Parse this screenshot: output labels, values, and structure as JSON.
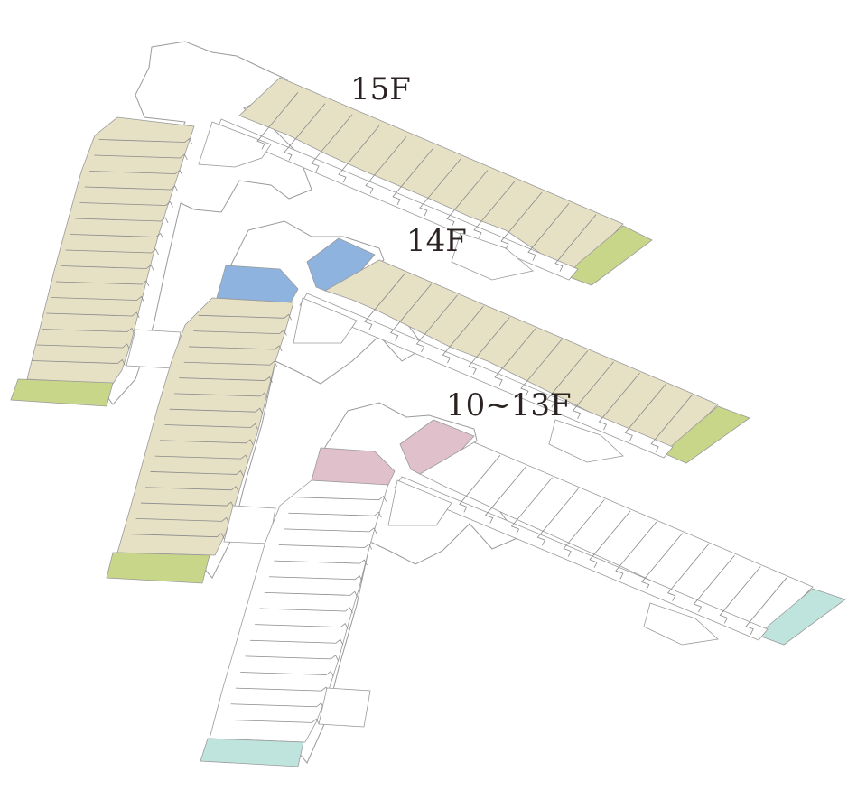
{
  "floors": [
    {
      "id": "f15",
      "label": "15F"
    },
    {
      "id": "f14",
      "label": "14F"
    },
    {
      "id": "f10_13",
      "label": "10~13F"
    }
  ],
  "colors": {
    "standard_unit": "#e6e0c5",
    "corner_unit": "#c8d68a",
    "special_unit_blue": "#8db3de",
    "special_unit_pink": "#dfc0cb",
    "corner_unit_teal": "#bfe4dd",
    "outline": "#9a9a9a",
    "label": "#2b2321"
  }
}
